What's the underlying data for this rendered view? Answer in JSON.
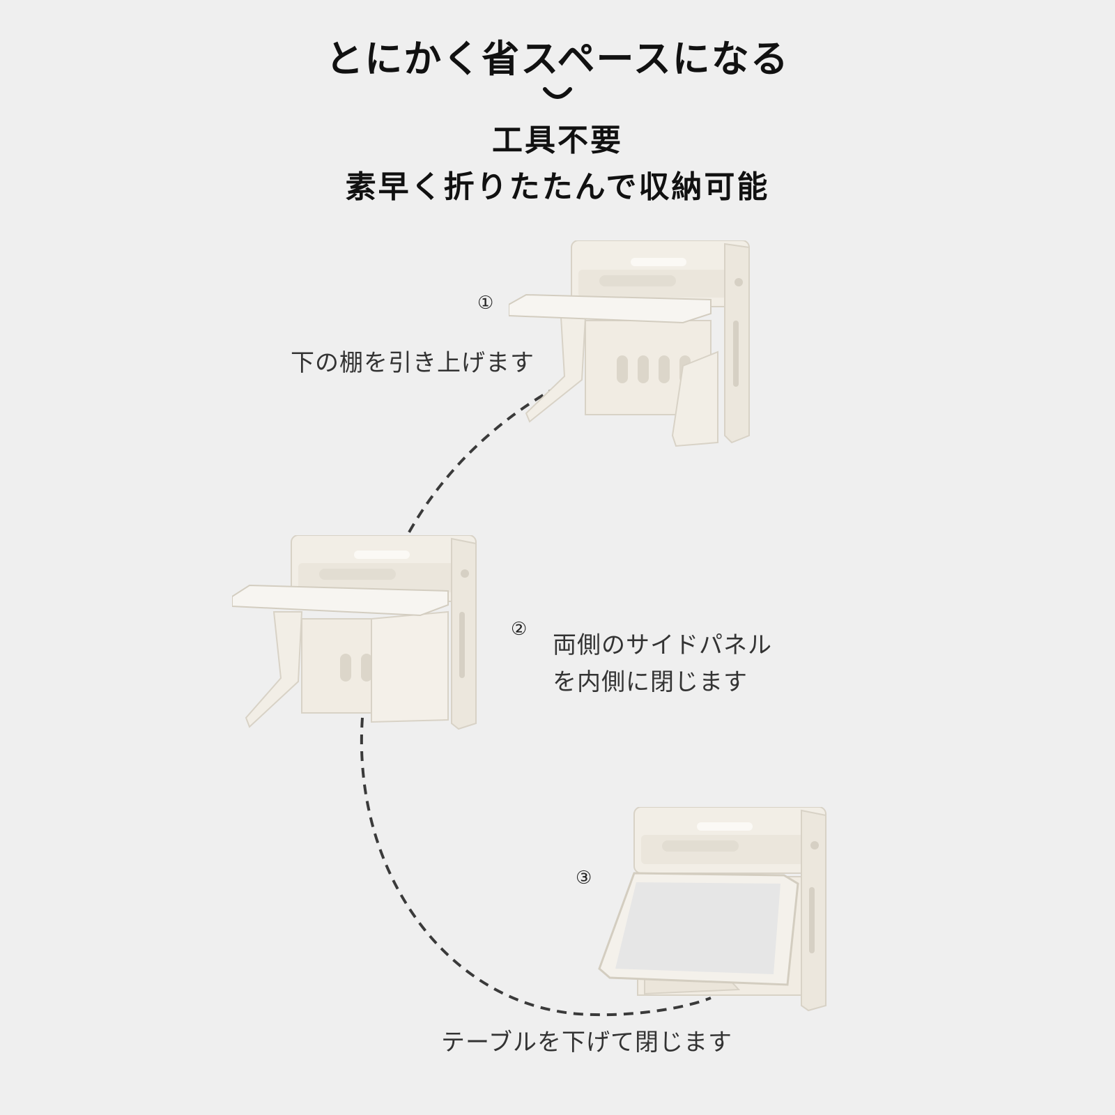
{
  "header": {
    "headline": "とにかく省スペースになる",
    "subline1": "工具不要",
    "subline2": "素早く折りたたんで収納可能"
  },
  "steps": [
    {
      "number": "①",
      "caption": "下の棚を引き上げます"
    },
    {
      "number": "②",
      "caption_line1": "両側のサイドパネル",
      "caption_line2": "を内側に閉じます"
    },
    {
      "number": "③",
      "caption": "テーブルを下げて閉じます"
    }
  ],
  "colors": {
    "background": "#efefef",
    "desk_body": "#f2eee6",
    "desk_shadow": "#ddd8cd",
    "path_dash": "#3a3a3a"
  }
}
